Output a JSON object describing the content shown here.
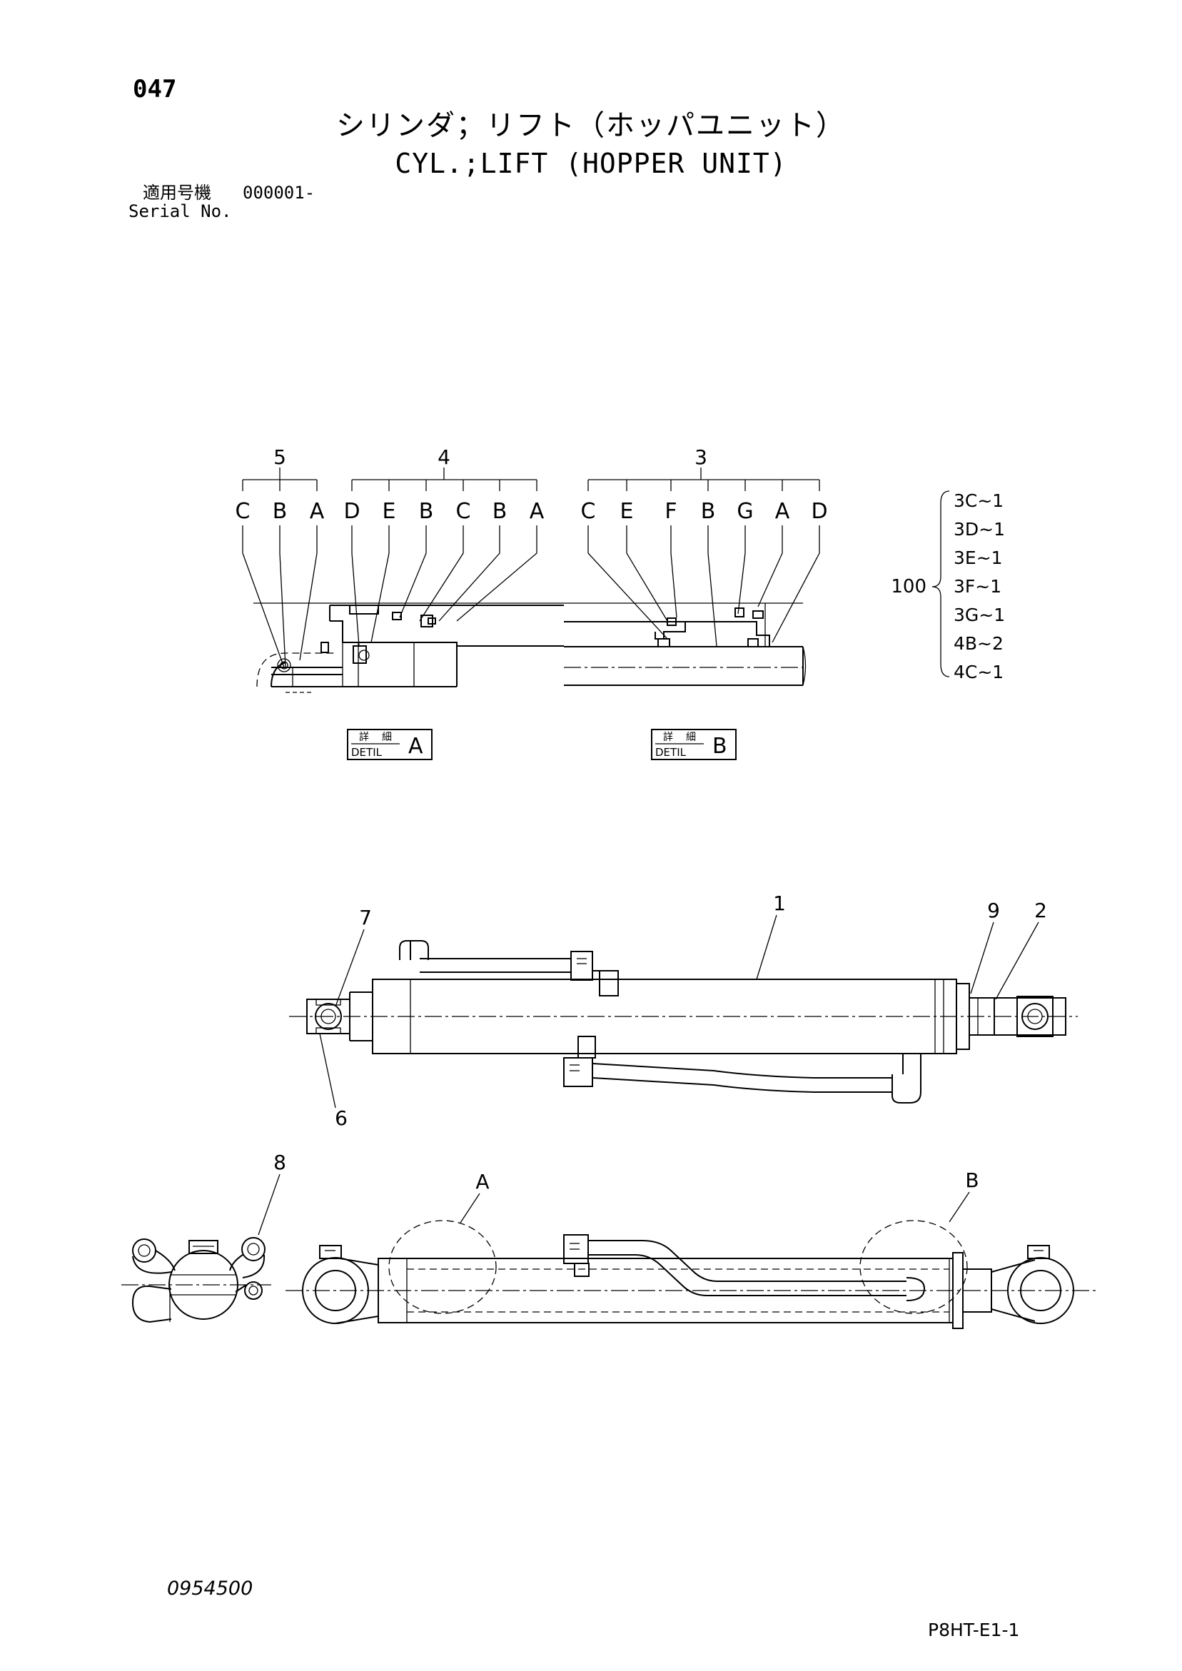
{
  "page": {
    "number": "047",
    "title_ja": "シリンダ；リフト（ホッパユニット）",
    "title_en": "CYL.;LIFT (HOPPER UNIT)",
    "serial_label_ja": "適用号機",
    "serial_value": "000001-",
    "serial_label_en": "Serial No.",
    "drawing_number": "0954500",
    "sheet_code": "P8HT-E1-1"
  },
  "detail_groups": [
    {
      "group": "5",
      "letters": [
        "C",
        "B",
        "A"
      ]
    },
    {
      "group": "4",
      "letters": [
        "D",
        "E",
        "B",
        "C",
        "B",
        "A"
      ]
    },
    {
      "group": "3",
      "letters": [
        "C",
        "E",
        "F",
        "B",
        "G",
        "A",
        "D"
      ]
    }
  ],
  "seal_kit": {
    "number": "100",
    "items": [
      "3C~1",
      "3D~1",
      "3E~1",
      "3F~1",
      "3G~1",
      "4B~2",
      "4C~1"
    ]
  },
  "detail_labels": [
    {
      "kanji_1": "詳",
      "kanji_2": "細",
      "word": "DETIL",
      "letter": "A"
    },
    {
      "kanji_1": "詳",
      "kanji_2": "細",
      "word": "DETIL",
      "letter": "B"
    }
  ],
  "callouts": {
    "c1": "1",
    "c2": "2",
    "c6": "6",
    "c7": "7",
    "c8": "8",
    "c9": "9",
    "view_a": "A",
    "view_b": "B"
  }
}
